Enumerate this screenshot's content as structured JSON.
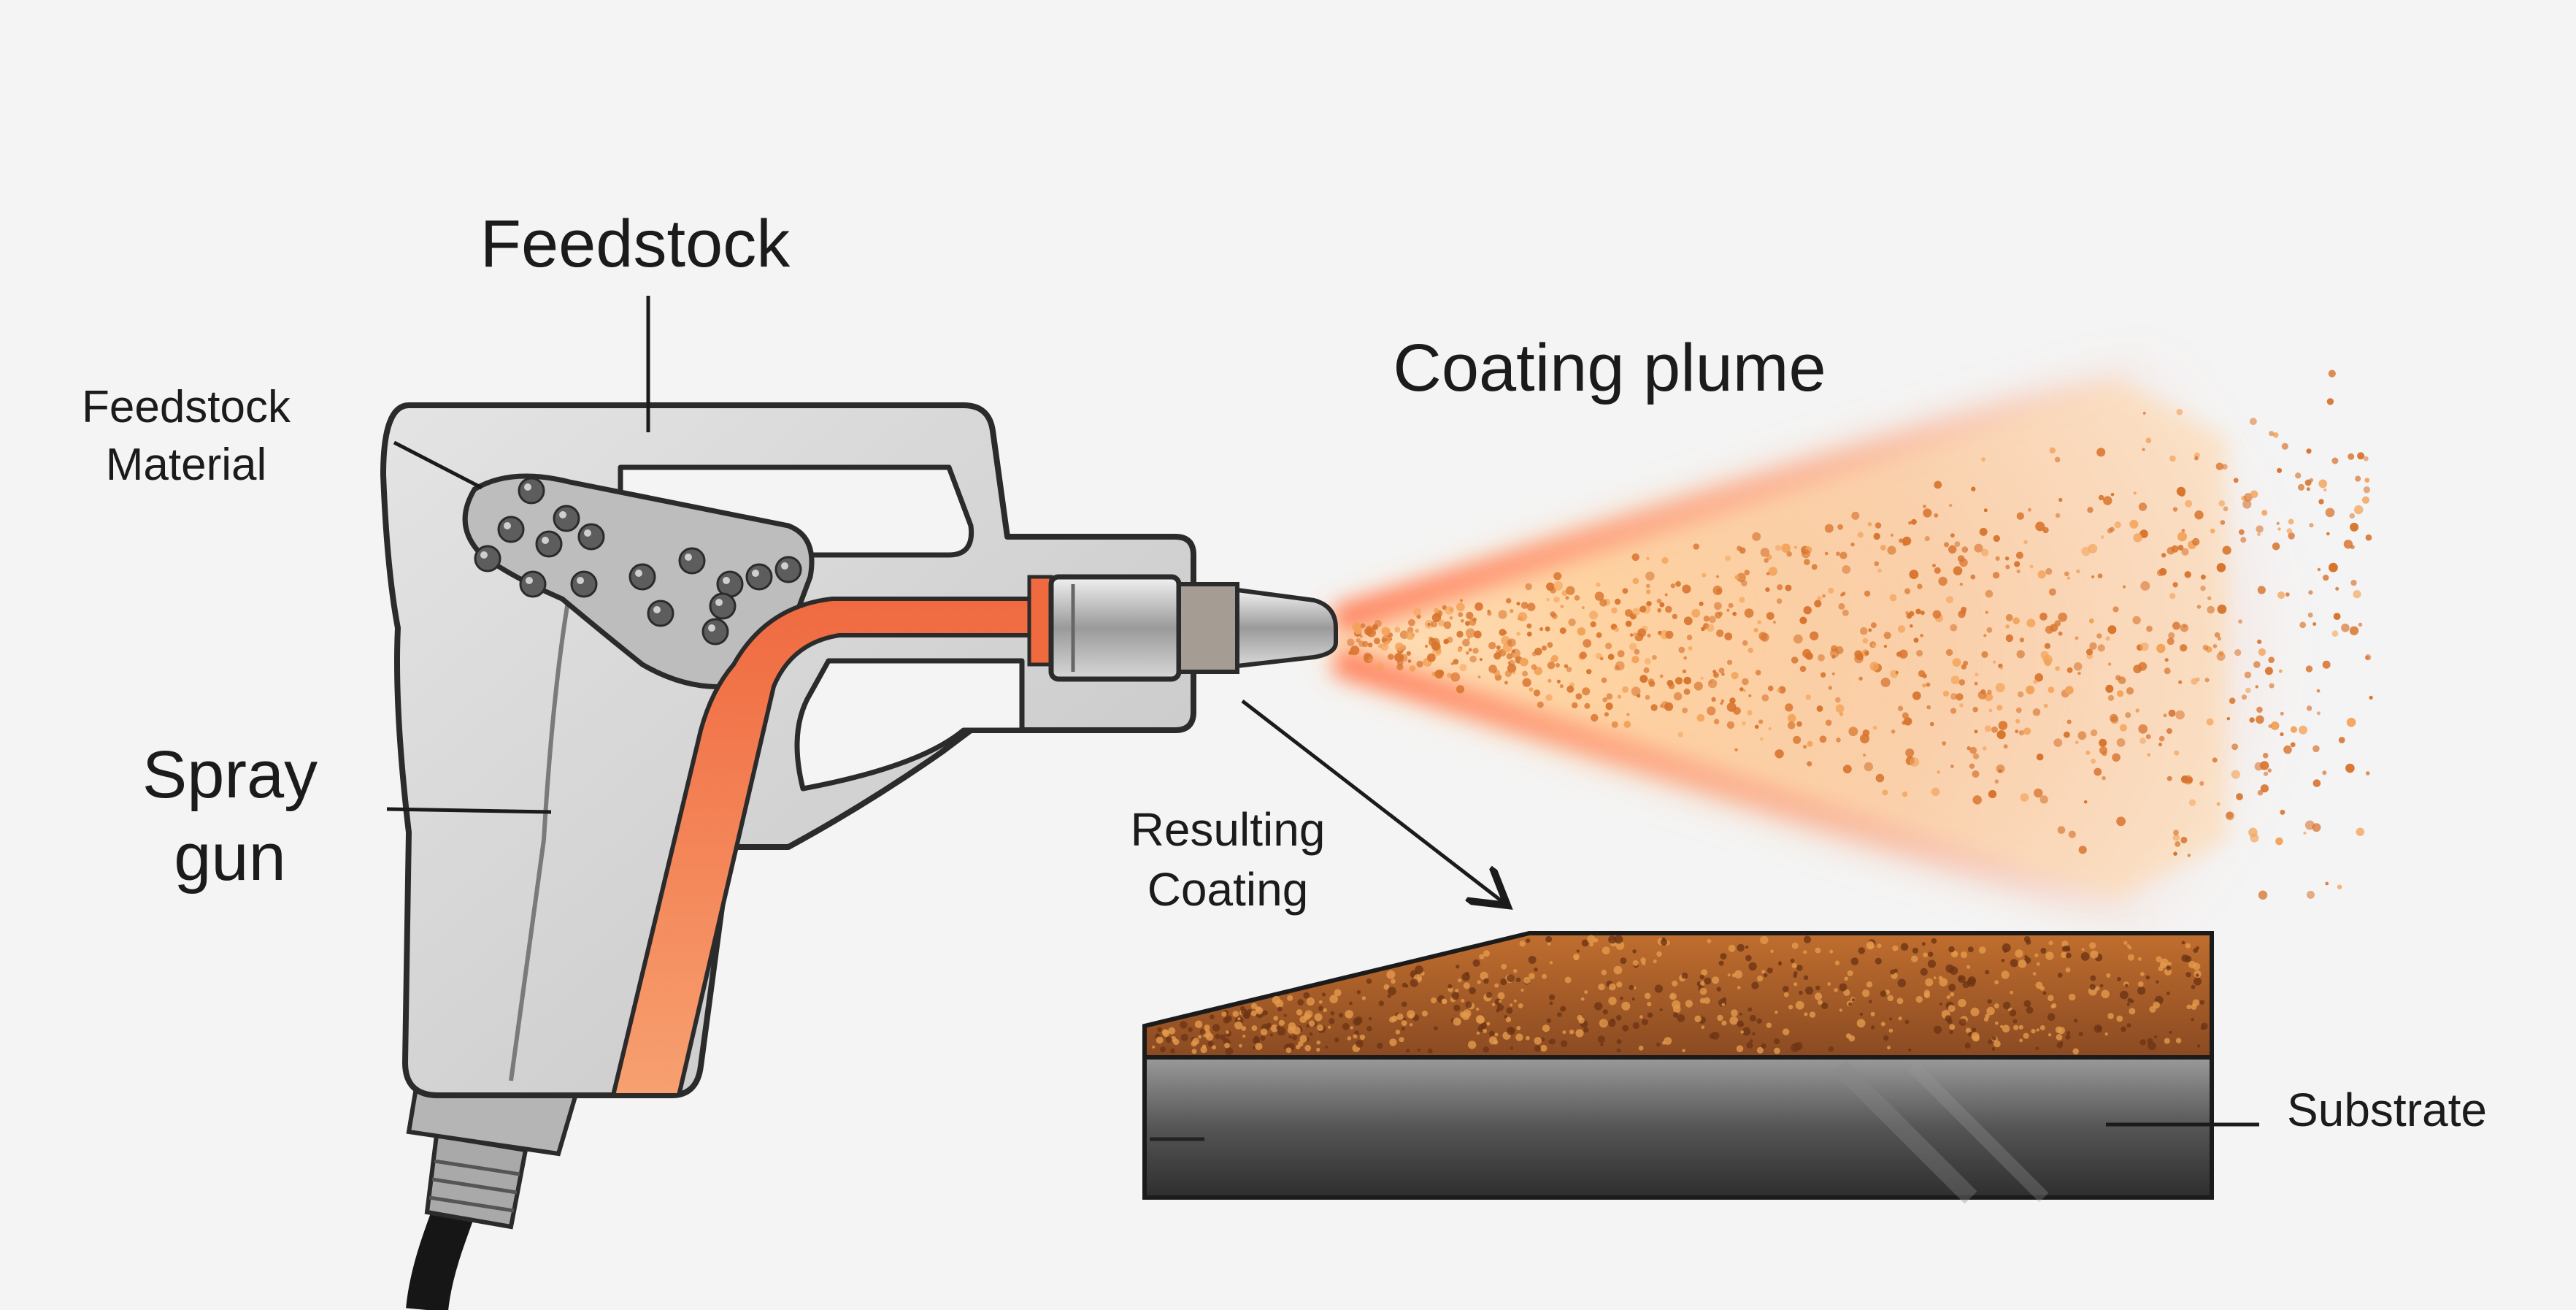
{
  "labels": {
    "feedstock": "Feedstock",
    "feedstock_material_line1": "Feedstock",
    "feedstock_material_line2": "Material",
    "spray_gun_line1": "Spray",
    "spray_gun_line2": "gun",
    "coating_plume": "Coating plume",
    "resulting_coating_line1": "Resulting",
    "resulting_coating_line2": "Coating",
    "substrate": "Substrate"
  },
  "colors": {
    "background": "#f4f4f4",
    "gun_body": "#d3d3d3",
    "gun_outline": "#2b2b2b",
    "hot_channel": "#f07a4e",
    "plume_core": "#f5a24a",
    "particle": "#d8742e",
    "coating": "#b4602a",
    "substrate": "#4a4a4a",
    "hose": "#1a1a1a"
  },
  "icons": {
    "gun": "spray-gun-icon",
    "feedstock_particles": "particle-icon",
    "nozzle": "nozzle-icon",
    "hose": "hose-icon"
  }
}
